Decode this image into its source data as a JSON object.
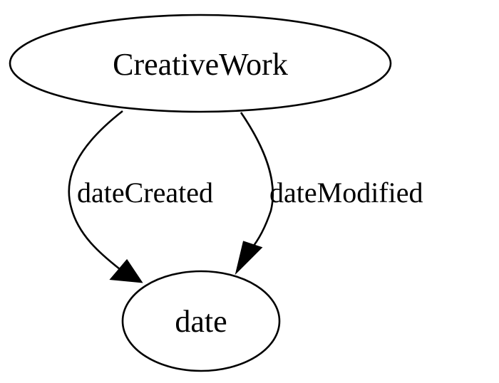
{
  "nodes": {
    "source": {
      "label": "CreativeWork"
    },
    "target": {
      "label": "date"
    }
  },
  "edges": [
    {
      "label": "dateCreated",
      "from": "CreativeWork",
      "to": "date"
    },
    {
      "label": "dateModified",
      "from": "CreativeWork",
      "to": "date"
    }
  ],
  "colors": {
    "stroke": "#000000",
    "background": "#ffffff"
  }
}
